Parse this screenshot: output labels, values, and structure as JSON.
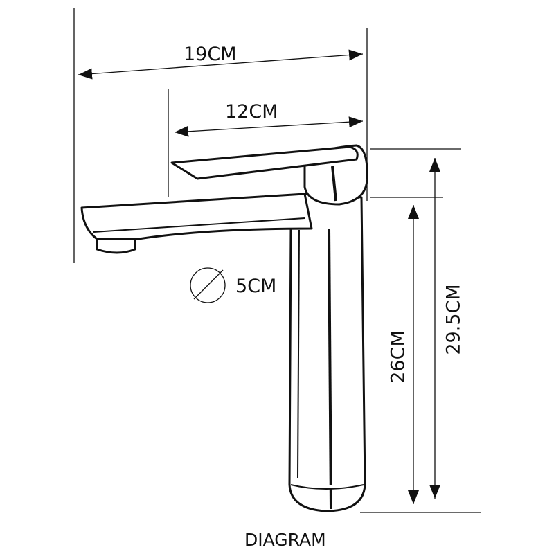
{
  "dimensions": {
    "total_length": "19CM",
    "handle_length": "12CM",
    "diameter": "5CM",
    "spout_height": "26CM",
    "total_height": "29.5CM"
  },
  "caption": "DIAGRAM",
  "colors": {
    "line": "#111111",
    "background": "#ffffff"
  }
}
